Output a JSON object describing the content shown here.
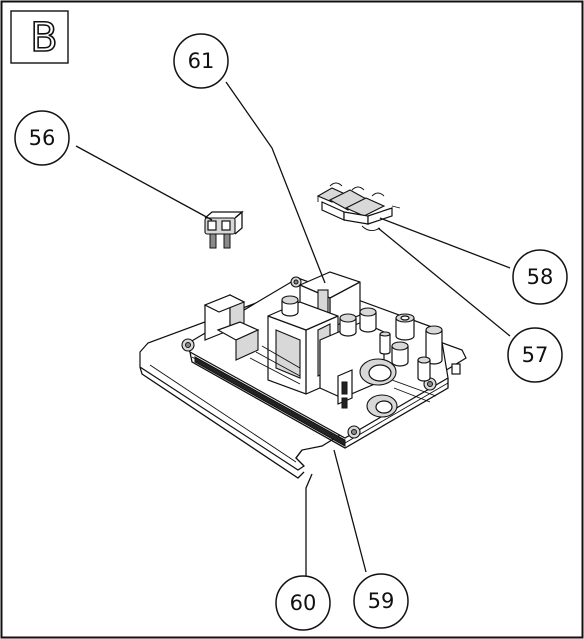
{
  "section_label": "B",
  "callouts": [
    {
      "id": "callout-56",
      "number": "56"
    },
    {
      "id": "callout-61",
      "number": "61"
    },
    {
      "id": "callout-58",
      "number": "58"
    },
    {
      "id": "callout-57",
      "number": "57"
    },
    {
      "id": "callout-60",
      "number": "60"
    },
    {
      "id": "callout-59",
      "number": "59"
    }
  ]
}
